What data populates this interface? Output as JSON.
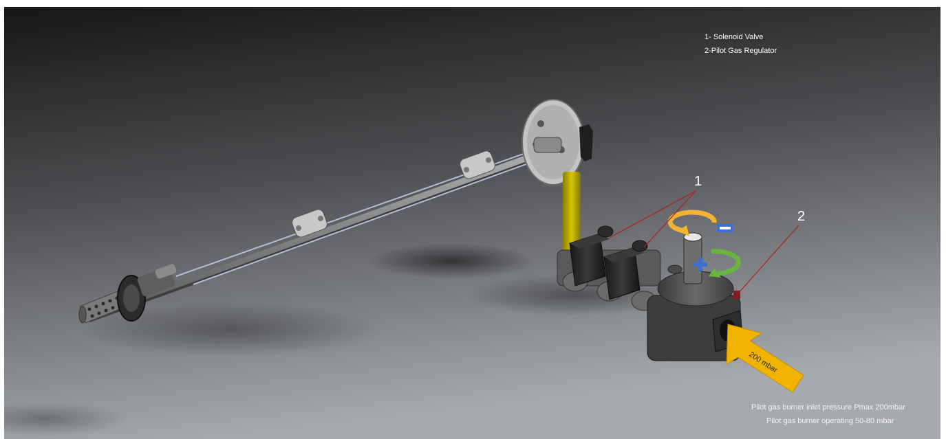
{
  "legend": {
    "item_1": "1-  Solenoid Valve",
    "item_2": "2-Pilot Gas Regulator"
  },
  "callouts": {
    "num_1": "1",
    "num_2": "2"
  },
  "inlet_arrow": {
    "label": "200 mbar"
  },
  "notes": {
    "line_1": "Pilot gas burner inlet pressure Pmax 200mbar",
    "line_2": "Pilot gas burner operating 50-80 mbar"
  },
  "colors": {
    "background_top": "#1b1b1b",
    "background_bottom": "#9a9ea4",
    "pipe": "#7c7c7c",
    "yellow_hose": "#c9b600",
    "coil": "#222222",
    "regulator_body": "#4a4a4a",
    "callout_line": "#b0201a",
    "arrow_orange": "#f0b400",
    "decrease_arrow": "#f2b233",
    "increase_arrow": "#6cb33f",
    "minus_sign": "#3b6fd4",
    "plus_sign": "#3b6fd4"
  },
  "icons": {
    "decrease": "rotate-arrow-minus-icon",
    "increase": "rotate-arrow-plus-icon",
    "inlet": "big-arrow-icon"
  }
}
